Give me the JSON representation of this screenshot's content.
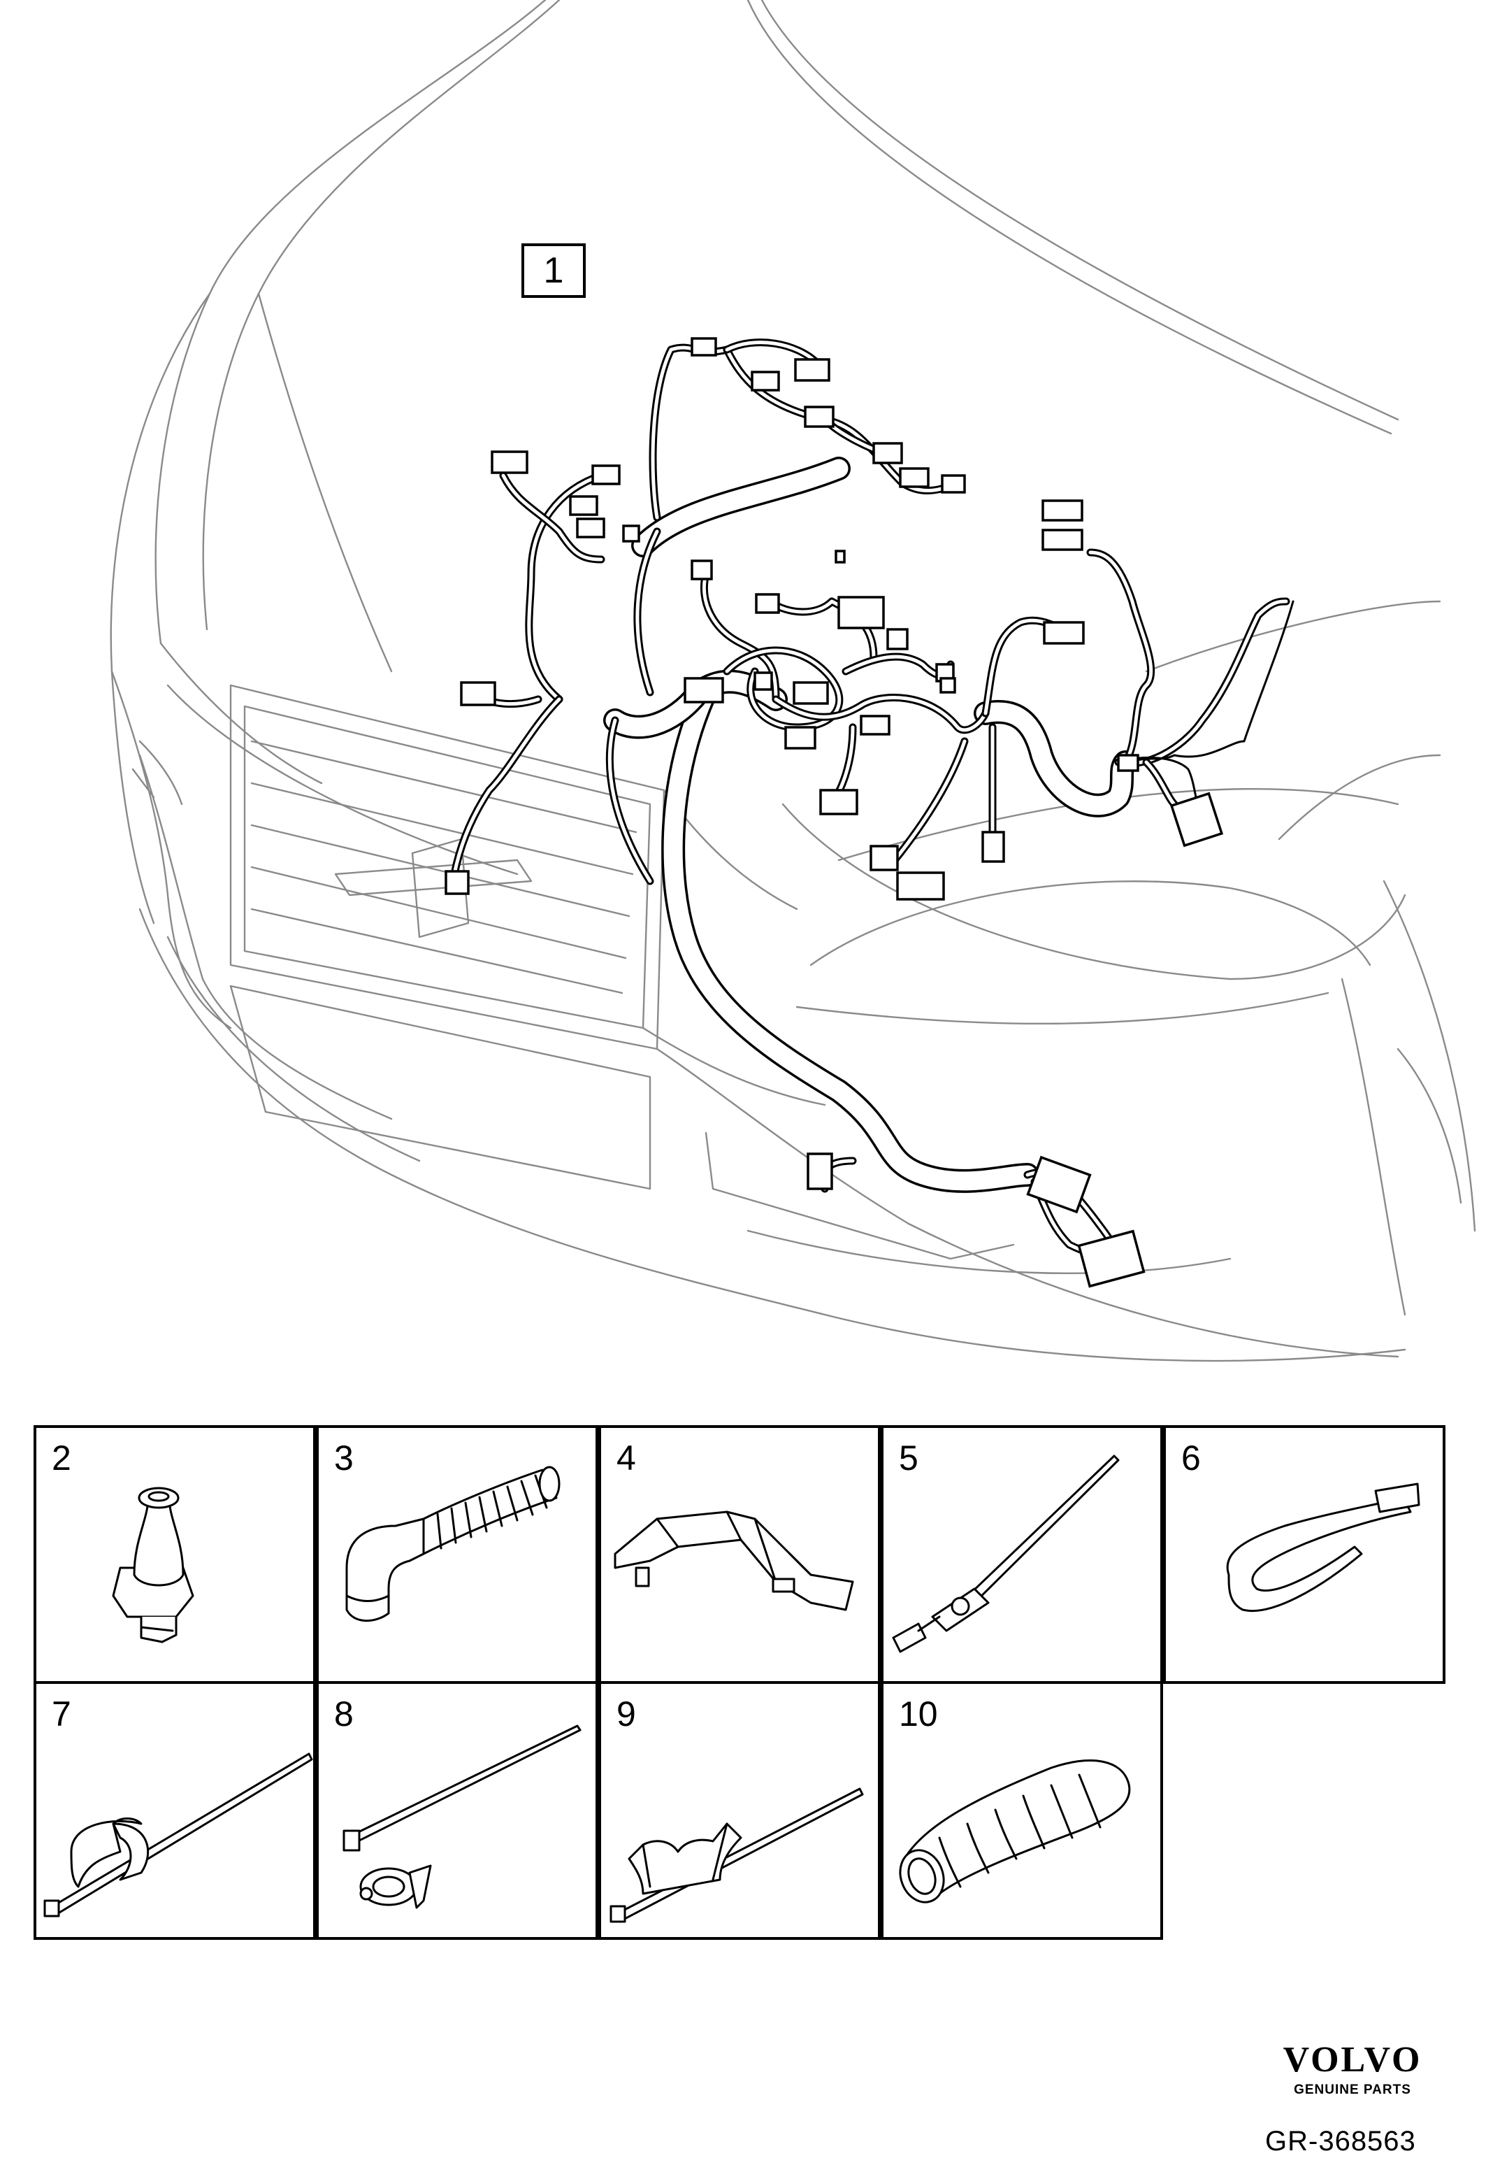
{
  "main_callout": "1",
  "parts": [
    {
      "number": "2",
      "icon": "grommet-icon"
    },
    {
      "number": "3",
      "icon": "corrugated-elbow-hose-icon"
    },
    {
      "number": "4",
      "icon": "cable-channel-bracket-icon"
    },
    {
      "number": "5",
      "icon": "cable-tie-with-clip-icon"
    },
    {
      "number": "6",
      "icon": "loop-cable-tie-icon"
    },
    {
      "number": "7",
      "icon": "cable-tie-with-clamp-icon"
    },
    {
      "number": "8",
      "icon": "cable-tie-with-round-clip-icon"
    },
    {
      "number": "9",
      "icon": "cable-tie-with-saddle-clamp-icon"
    },
    {
      "number": "10",
      "icon": "corrugated-sleeve-icon"
    }
  ],
  "brand": {
    "name": "VOLVO",
    "tagline": "GENUINE PARTS"
  },
  "reference_code": "GR-368563",
  "colors": {
    "line": "#000000",
    "background": "#ffffff",
    "outline": "#8a8a8a"
  }
}
